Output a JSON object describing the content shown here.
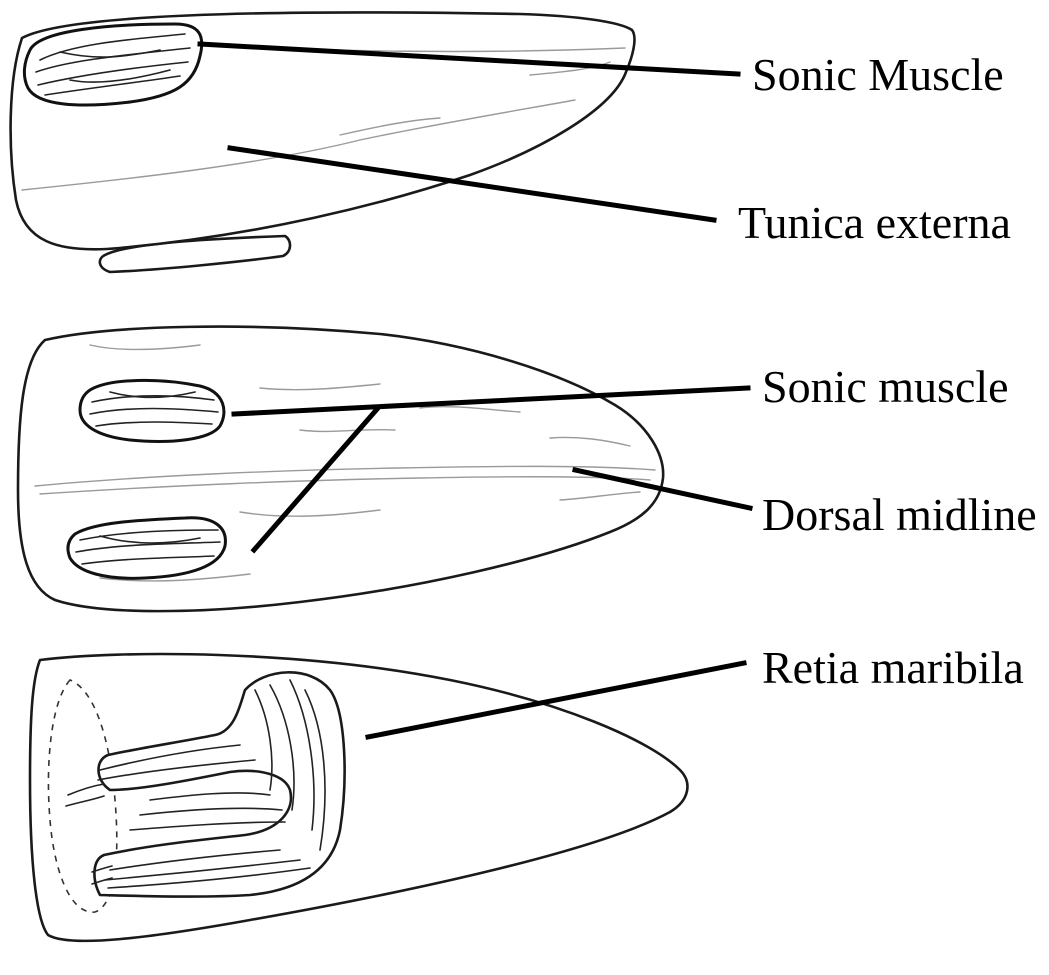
{
  "labels": {
    "sonic_muscle_side": "Sonic Muscle",
    "tunica_externa": "Tunica externa",
    "sonic_muscle_dorsal": "Sonic muscle",
    "dorsal_midline": "Dorsal midline",
    "retia_maribila": "Retia maribila"
  },
  "colors": {
    "background": "#ffffff",
    "ink": "#000000",
    "sketch": "#1a1a1a",
    "faint_sketch": "#9a9a9a"
  }
}
